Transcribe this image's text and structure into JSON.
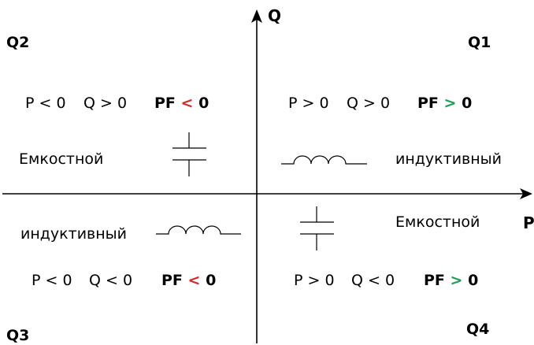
{
  "axes": {
    "x_label": "P",
    "y_label": "Q"
  },
  "colors": {
    "negative": "#d62a2a",
    "positive": "#1f9d55",
    "line": "#000000"
  },
  "quadrants": {
    "q1": {
      "name": "Q1",
      "p": "P > 0",
      "q": "Q > 0",
      "pf_prefix": "PF",
      "pf_op": ">",
      "pf_val": "0",
      "type": "индуктивный",
      "symbol": "inductor-icon"
    },
    "q2": {
      "name": "Q2",
      "p": "P < 0",
      "q": "Q > 0",
      "pf_prefix": "PF",
      "pf_op": "<",
      "pf_val": "0",
      "type": "Емкостной",
      "symbol": "capacitor-icon"
    },
    "q3": {
      "name": "Q3",
      "p": "P < 0",
      "q": "Q < 0",
      "pf_prefix": "PF",
      "pf_op": "<",
      "pf_val": "0",
      "type": "индуктивный",
      "symbol": "inductor-icon"
    },
    "q4": {
      "name": "Q4",
      "p": "P > 0",
      "q": "Q < 0",
      "pf_prefix": "PF",
      "pf_op": ">",
      "pf_val": "0",
      "type": "Емкостной",
      "symbol": "capacitor-icon"
    }
  }
}
